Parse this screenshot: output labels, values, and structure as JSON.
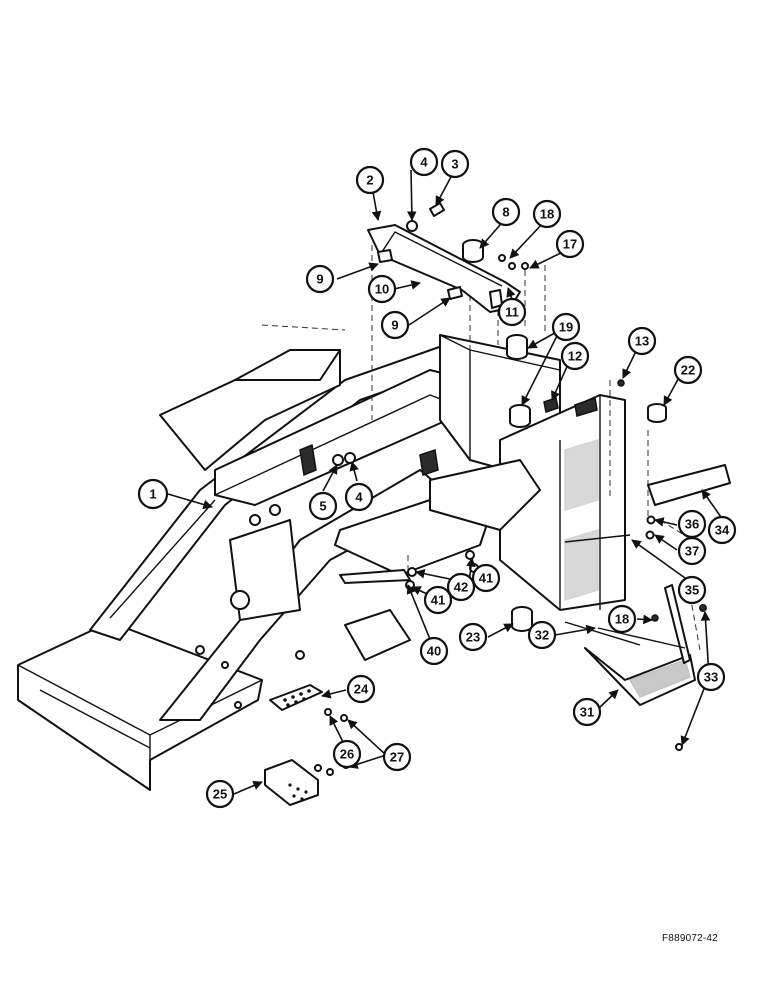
{
  "figure_id": "F889072-42",
  "callouts": [
    "1",
    "2",
    "3",
    "4",
    "4",
    "5",
    "8",
    "9",
    "9",
    "10",
    "11",
    "12",
    "13",
    "17",
    "18",
    "18",
    "19",
    "22",
    "23",
    "24",
    "25",
    "26",
    "27",
    "27",
    "31",
    "32",
    "33",
    "33",
    "34",
    "35",
    "36",
    "37",
    "40",
    "41",
    "41",
    "42"
  ]
}
